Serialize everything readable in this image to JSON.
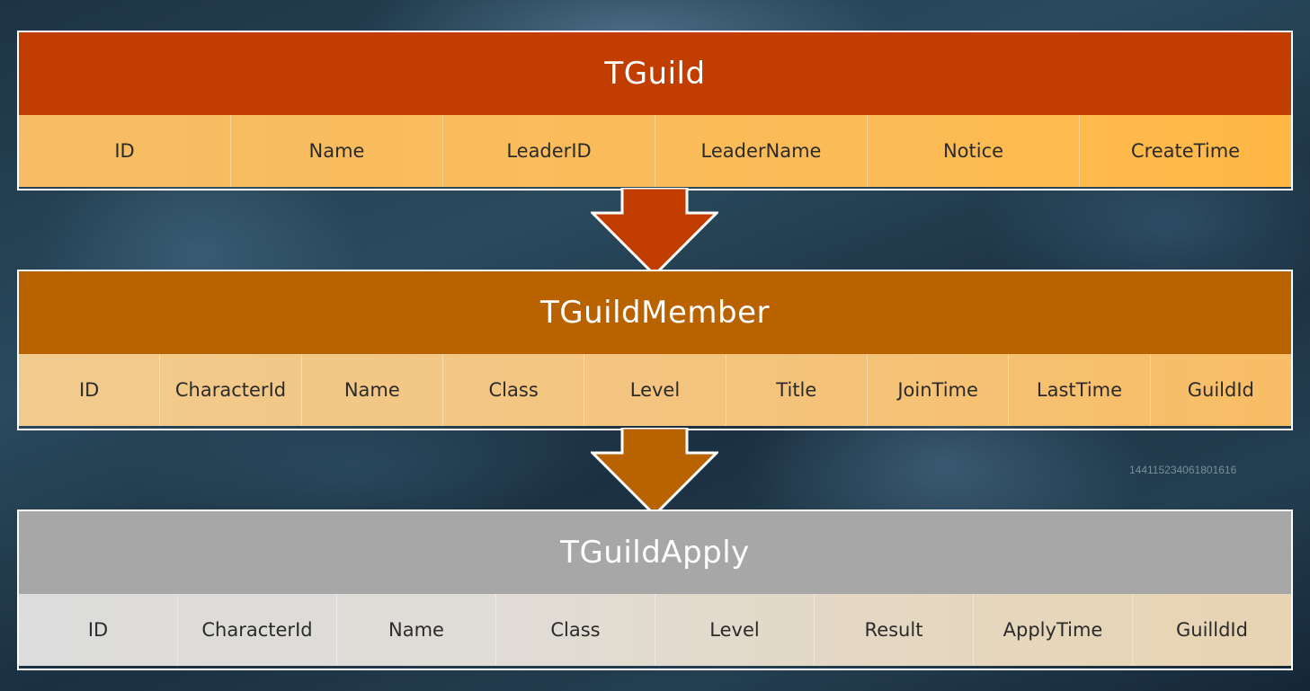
{
  "tables": [
    {
      "title": "TGuild",
      "fields": [
        "ID",
        "Name",
        "LeaderID",
        "LeaderName",
        "Notice",
        "CreateTime"
      ]
    },
    {
      "title": "TGuildMember",
      "fields": [
        "ID",
        "CharacterId",
        "Name",
        "Class",
        "Level",
        "Title",
        "JoinTime",
        "LastTime",
        "GuildId"
      ]
    },
    {
      "title": "TGuildApply",
      "fields": [
        "ID",
        "CharacterId",
        "Name",
        "Class",
        "Level",
        "Result",
        "ApplyTime",
        "GuilldId"
      ]
    }
  ],
  "watermark": "144115234061801616",
  "colors": {
    "tguild_header": "#c23e00",
    "tguildmember_header": "#b86200",
    "tguildapply_header": "#a7a7a7",
    "arrow_1": "#c23e00",
    "arrow_2": "#b86200"
  }
}
